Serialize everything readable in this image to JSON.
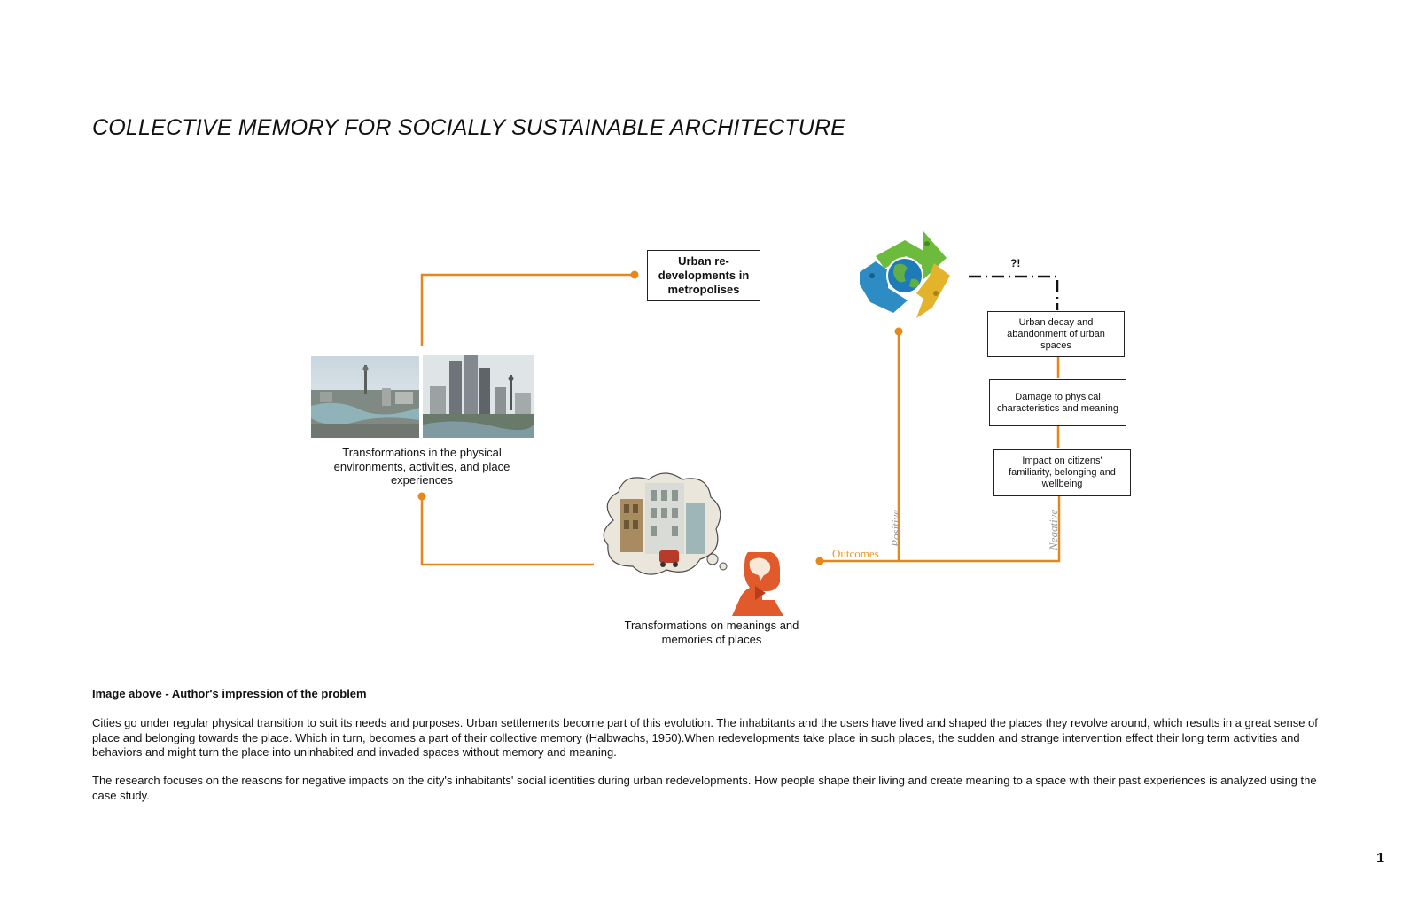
{
  "title": "COLLECTIVE MEMORY FOR SOCIALLY SUSTAINABLE ARCHITECTURE",
  "diagram": {
    "urban_redevelopments": "Urban re-developments in metropolises",
    "physical_caption": "Transformations in the physical environments, activities, and place experiences",
    "memory_caption": "Transformations on meanings and memories of places",
    "outcomes_label": "Outcomes",
    "positive_label": "Positive",
    "negative_label": "Negative",
    "question_mark": "?!",
    "negative_chain": [
      "Urban decay and abandonment of urban spaces",
      "Damage to physical characteristics and meaning",
      "Impact on citizens' familiarity, belonging and wellbeing"
    ],
    "colors": {
      "wire": "#e8861a",
      "cycle_green": "#6dbb3c",
      "cycle_yellow": "#e3b32b",
      "cycle_blue": "#2e8cc4",
      "person": "#e05a2b"
    }
  },
  "note_heading": "Image above - Author's impression of the problem",
  "paragraph_1": "Cities go under regular physical transition to suit its needs and purposes. Urban settlements become part of this evolution. The inhabitants and the users have lived and shaped the places they revolve around, which results in a great sense of place and belonging towards the place. Which in turn, becomes a part of their collective memory (Halbwachs, 1950).When redevelopments take place in such places, the sudden and strange intervention effect their long term activities and behaviors and might turn the place into uninhabited and invaded spaces without memory and meaning.",
  "paragraph_2": "The research focuses on the reasons for negative impacts on the city's inhabitants' social identities during urban redevelopments. How people shape their living and create meaning to a space with their past experiences is analyzed using the case study.",
  "page_number": "1"
}
